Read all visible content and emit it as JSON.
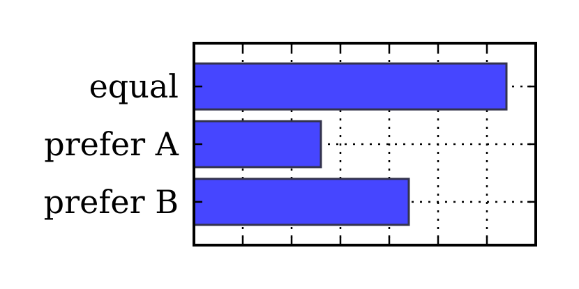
{
  "chart_data": {
    "type": "bar",
    "orientation": "horizontal",
    "categories": [
      "equal",
      "prefer A",
      "prefer B"
    ],
    "values": [
      0.64,
      0.26,
      0.44
    ],
    "xlim": [
      0,
      0.7
    ],
    "x_tick_step": 0.1,
    "title": "",
    "xlabel": "",
    "ylabel": "",
    "grid": true,
    "grid_style": "dotted",
    "x_tick_labels_shown": false,
    "bar_color": "#4646ff",
    "bar_edge_color": "#33334d"
  }
}
